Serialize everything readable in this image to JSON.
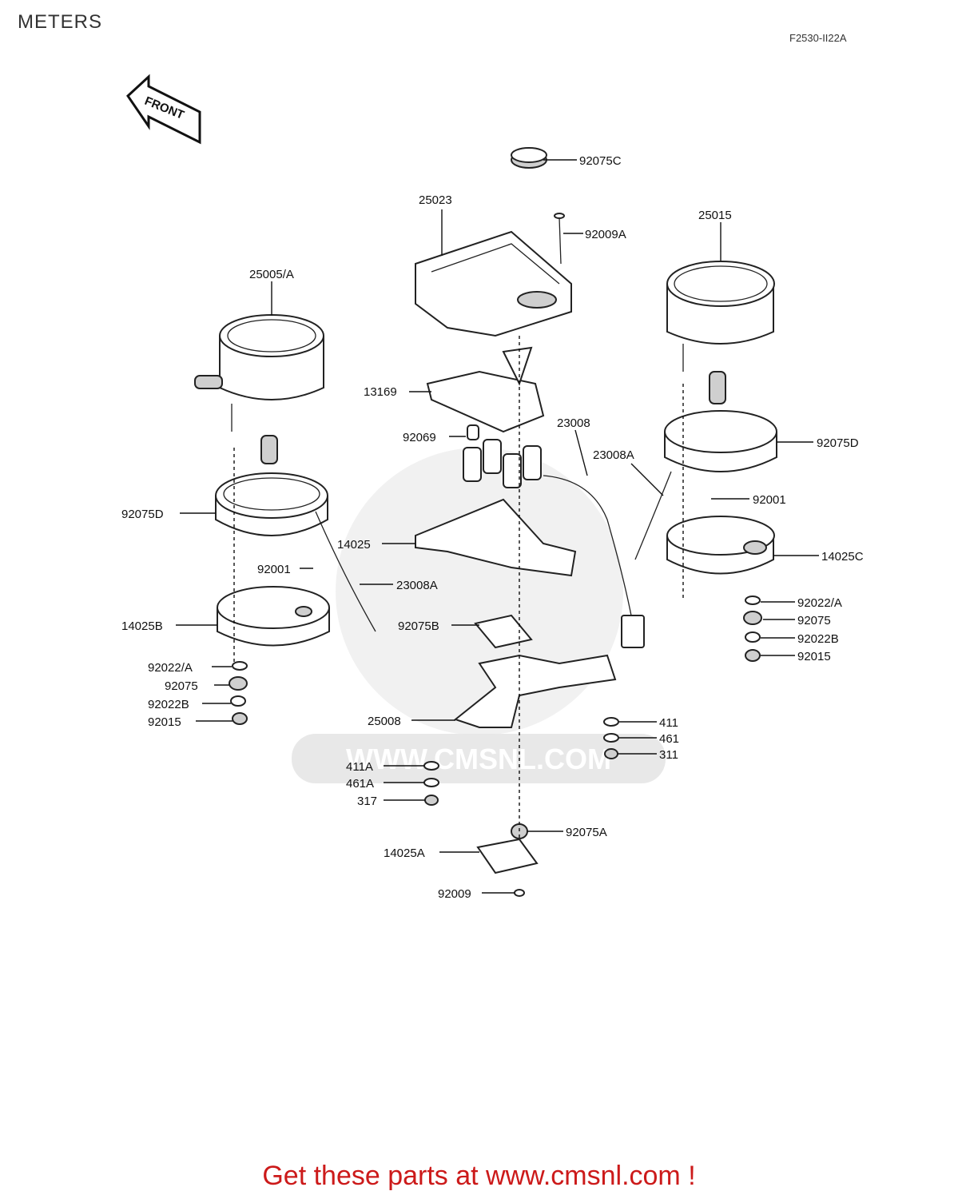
{
  "header": {
    "title": "METERS",
    "figure_code": "F2530-II22A"
  },
  "front_arrow": {
    "label": "FRONT"
  },
  "watermark": {
    "text": "WWW.CMSNL.COM"
  },
  "parts": [
    {
      "id": "p92075C",
      "label": "92075C"
    },
    {
      "id": "p25023",
      "label": "25023"
    },
    {
      "id": "p92009A",
      "label": "92009A"
    },
    {
      "id": "p25015",
      "label": "25015"
    },
    {
      "id": "p25005A",
      "label": "25005/A"
    },
    {
      "id": "p13169",
      "label": "13169"
    },
    {
      "id": "p23008",
      "label": "23008"
    },
    {
      "id": "p92069",
      "label": "92069"
    },
    {
      "id": "p23008A_r",
      "label": "23008A"
    },
    {
      "id": "p92075D_r",
      "label": "92075D"
    },
    {
      "id": "p92075D_l",
      "label": "92075D"
    },
    {
      "id": "p92001_r",
      "label": "92001"
    },
    {
      "id": "p14025",
      "label": "14025"
    },
    {
      "id": "p14025C",
      "label": "14025C"
    },
    {
      "id": "p92001_l",
      "label": "92001"
    },
    {
      "id": "p23008A_l",
      "label": "23008A"
    },
    {
      "id": "p92022A_r",
      "label": "92022/A"
    },
    {
      "id": "p14025B",
      "label": "14025B"
    },
    {
      "id": "p92075_r",
      "label": "92075"
    },
    {
      "id": "p92075B",
      "label": "92075B"
    },
    {
      "id": "p92022B_r",
      "label": "92022B"
    },
    {
      "id": "p92015_r",
      "label": "92015"
    },
    {
      "id": "p92022A_l",
      "label": "92022/A"
    },
    {
      "id": "p92075_l",
      "label": "92075"
    },
    {
      "id": "p92022B_l",
      "label": "92022B"
    },
    {
      "id": "p92015_l",
      "label": "92015"
    },
    {
      "id": "p25008",
      "label": "25008"
    },
    {
      "id": "p411",
      "label": "411"
    },
    {
      "id": "p461",
      "label": "461"
    },
    {
      "id": "p311",
      "label": "311"
    },
    {
      "id": "p411A",
      "label": "411A"
    },
    {
      "id": "p461A",
      "label": "461A"
    },
    {
      "id": "p317",
      "label": "317"
    },
    {
      "id": "p92075A",
      "label": "92075A"
    },
    {
      "id": "p14025A",
      "label": "14025A"
    },
    {
      "id": "p92009",
      "label": "92009"
    }
  ],
  "footer": {
    "text": "Get these parts at www.cmsnl.com !",
    "color": "#cc1a1a"
  }
}
